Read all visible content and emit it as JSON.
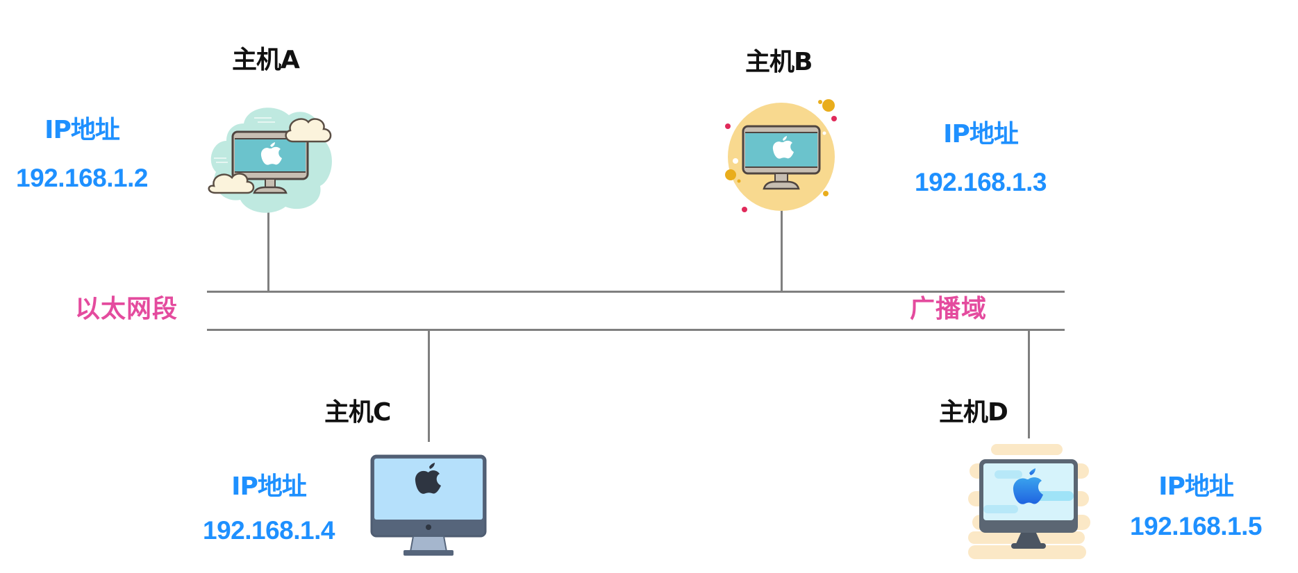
{
  "diagram": {
    "segment_label": "以太网段",
    "domain_label": "广播域",
    "colors": {
      "host_label": "#111111",
      "ip_text": "#1e90ff",
      "segment_text": "#e44b9e",
      "bus_line": "#7f7f7f"
    },
    "hosts": [
      {
        "id": "A",
        "label": "主机A",
        "ip_title": "IP地址",
        "ip": "192.168.1.2",
        "icon": "monitor-cloud-icon",
        "side": "top"
      },
      {
        "id": "B",
        "label": "主机B",
        "ip_title": "IP地址",
        "ip": "192.168.1.3",
        "icon": "monitor-sun-icon",
        "side": "top"
      },
      {
        "id": "C",
        "label": "主机C",
        "ip_title": "IP地址",
        "ip": "192.168.1.4",
        "icon": "imac-icon",
        "side": "bottom"
      },
      {
        "id": "D",
        "label": "主机D",
        "ip_title": "IP地址",
        "ip": "192.168.1.5",
        "icon": "imac-blue-icon",
        "side": "bottom"
      }
    ]
  }
}
